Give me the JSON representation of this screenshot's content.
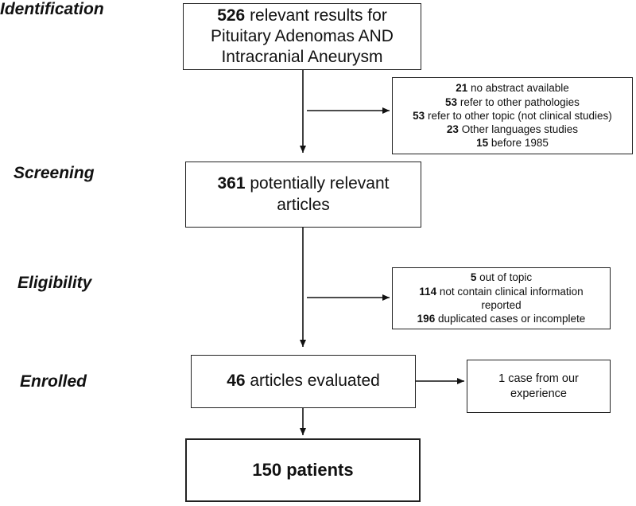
{
  "stages": {
    "identification": "Identification",
    "screening": "Screening",
    "eligibility": "Eligibility",
    "enrolled": "Enrolled"
  },
  "identification_box": {
    "count": "526",
    "line1": " relevant results for",
    "line2": "Pituitary Adenomas AND",
    "line3": "Intracranial Aneurysm"
  },
  "exclusions_1": [
    {
      "count": "21",
      "text": " no abstract available"
    },
    {
      "count": "53",
      "text": " refer to other pathologies"
    },
    {
      "count": "53",
      "text": " refer to other topic (not clinical studies)"
    },
    {
      "count": "23",
      "text": " Other languages studies"
    },
    {
      "count": "15",
      "text": " before 1985"
    }
  ],
  "screening_box": {
    "count": "361",
    "line1": " potentially relevant",
    "line2": "articles"
  },
  "exclusions_2": [
    {
      "count": "5",
      "text": " out of topic"
    },
    {
      "count": "114",
      "text": " not contain clinical information"
    },
    {
      "count": "",
      "text": "reported"
    },
    {
      "count": "196",
      "text": " duplicated cases or incomplete"
    }
  ],
  "enrolled_box": {
    "count": "46",
    "text": " articles evaluated"
  },
  "addition_box": {
    "line1": "1 case from our",
    "line2": "experience"
  },
  "final_box": {
    "text": "150 patients"
  }
}
